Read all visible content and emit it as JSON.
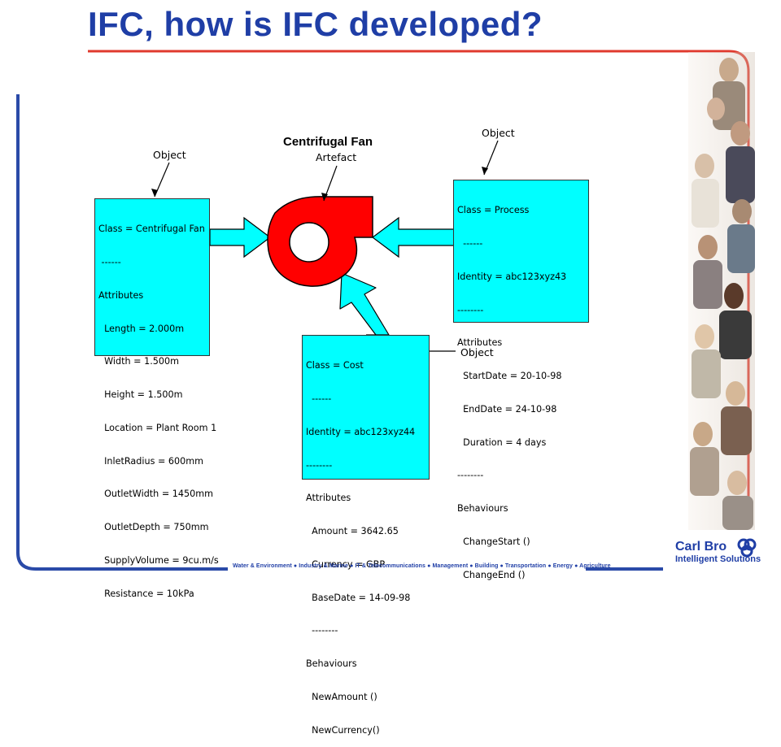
{
  "slide": {
    "title": "IFC, how is IFC developed?"
  },
  "diagram": {
    "fan_title": "Centrifugal Fan",
    "fan_subtitle": "Artefact",
    "object_label_left": "Object",
    "object_label_right": "Object",
    "object_label_bottom": "Object",
    "box_left": [
      "Class = Centrifugal Fan",
      " ------",
      "Attributes",
      "  Length = 2.000m",
      "  Width = 1.500m",
      "  Height = 1.500m",
      "  Location = Plant Room 1",
      "  InletRadius = 600mm",
      "  OutletWidth = 1450mm",
      "  OutletDepth = 750mm",
      "  SupplyVolume = 9cu.m/s",
      "  Resistance = 10kPa"
    ],
    "box_right": [
      "Class = Process",
      "  ------",
      "Identity = abc123xyz43",
      "--------",
      "Attributes",
      "  StartDate = 20-10-98",
      "  EndDate = 24-10-98",
      "  Duration = 4 days",
      "--------",
      "Behaviours",
      "  ChangeStart ()",
      "  ChangeEnd ()"
    ],
    "box_bottom": [
      "Class = Cost",
      "  ------",
      "Identity = abc123xyz44",
      "--------",
      "Attributes",
      "  Amount = 3642.65",
      "  Currency = GBP",
      "  BaseDate = 14-09-98",
      "  --------",
      "Behaviours",
      "  NewAmount ()",
      "  NewCurrency()"
    ]
  },
  "footer": {
    "tagline": "Water & Environment ● Industry & Marine ● IT & Telecommunications ● Management ● Building ● Transportation ● Energy ● Agriculture",
    "logo_name": "Carl Bro",
    "logo_sub": "Intelligent Solutions"
  },
  "colors": {
    "title": "#1f3ea6",
    "frame_red": "#e03a2e",
    "frame_blue": "#2a4aa8",
    "box_fill": "#00ffff",
    "fan_fill": "#ff0000"
  }
}
